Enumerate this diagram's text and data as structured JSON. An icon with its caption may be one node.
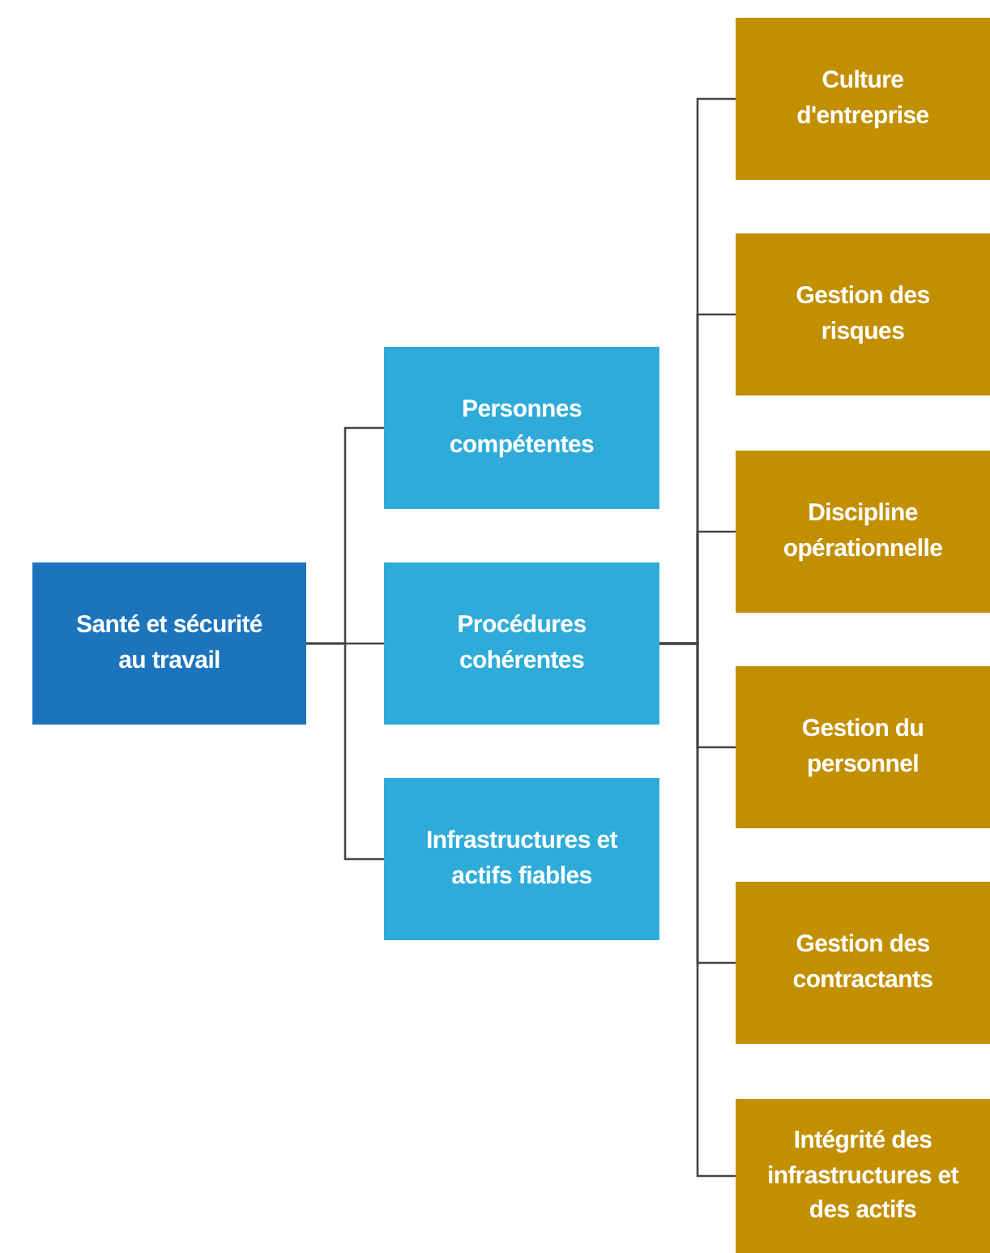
{
  "diagram": {
    "nodes": [
      {
        "text": [
          "Santé et sécurité au travail"
        ]
      },
      {
        "text": [
          "Personnes compétentes"
        ]
      },
      {
        "text": [
          "Procédures cohérentes"
        ]
      },
      {
        "text": [
          "Infrastructures et actifs fiables"
        ]
      },
      {
        "text": [
          "Culture d'entreprise"
        ]
      },
      {
        "text": [
          "Gestion des risques"
        ]
      },
      {
        "text": [
          "Discipline opérationnelle"
        ]
      },
      {
        "text": [
          "Gestion du personnel"
        ]
      },
      {
        "text": [
          "Gestion des contractants"
        ]
      },
      {
        "text": [
          "Intégrité des infrastructures et des actifs"
        ]
      }
    ],
    "edges": [
      {
        "from": 0,
        "to": 1,
        "arrow": "none"
      },
      {
        "from": 0,
        "to": 2,
        "arrow": "none"
      },
      {
        "from": 0,
        "to": 3,
        "arrow": "none"
      },
      {
        "from": 2,
        "to": 4,
        "arrow": "none"
      },
      {
        "from": 2,
        "to": 5,
        "arrow": "none"
      },
      {
        "from": 2,
        "to": 6,
        "arrow": "none"
      },
      {
        "from": 2,
        "to": 7,
        "arrow": "none"
      },
      {
        "from": 2,
        "to": 8,
        "arrow": "none"
      },
      {
        "from": 2,
        "to": 9,
        "arrow": "none"
      }
    ]
  }
}
